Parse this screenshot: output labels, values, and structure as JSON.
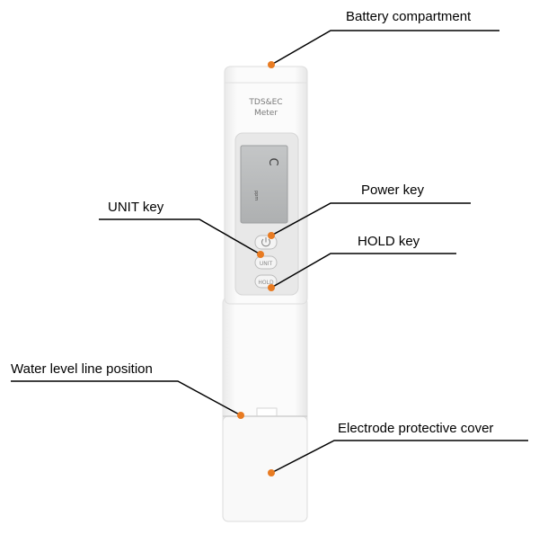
{
  "device": {
    "title_line1": "TDS&EC",
    "title_line2": "Meter",
    "lcd_unit": "ppm",
    "lcd_reading": "C",
    "key_unit": "UNIT",
    "key_hold": "HOLD"
  },
  "callouts": {
    "battery": "Battery compartment",
    "power": "Power key",
    "unit": "UNIT key",
    "hold": "HOLD key",
    "water": "Water level line position",
    "electrode": "Electrode protective cover"
  },
  "colors": {
    "marker": "#e87b22",
    "line": "#000000",
    "body": "#f7f7f7",
    "lcd": "#b9bbbc"
  }
}
